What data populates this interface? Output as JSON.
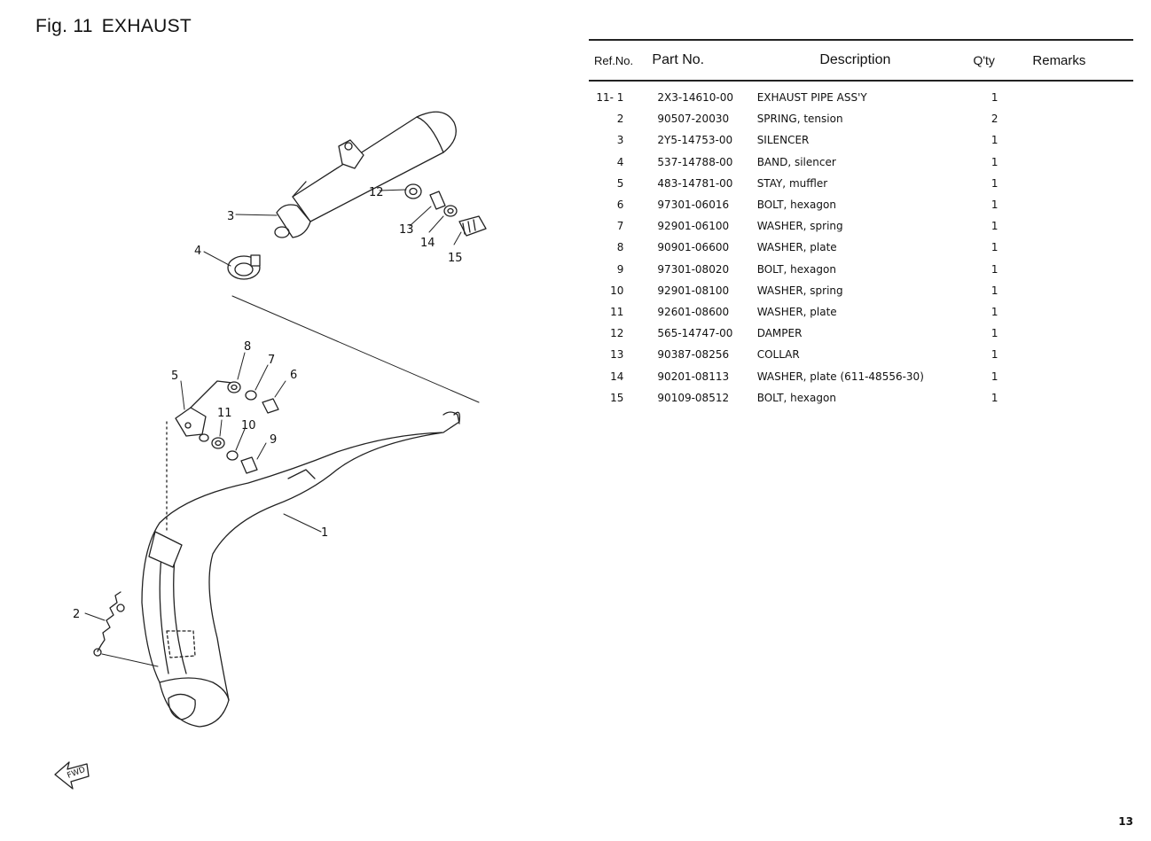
{
  "figure": {
    "number": "Fig. 11",
    "title": "EXHAUST"
  },
  "table": {
    "headers": {
      "ref": "Ref.No.",
      "part": "Part No.",
      "description": "Description",
      "qty": "Q'ty",
      "remarks": "Remarks"
    },
    "rows": [
      {
        "ref": "11- 1",
        "part": "2X3-14610-00",
        "description": "EXHAUST PIPE ASS'Y",
        "qty": "1",
        "remarks": ""
      },
      {
        "ref": "2",
        "part": "90507-20030",
        "description": "SPRING, tension",
        "qty": "2",
        "remarks": ""
      },
      {
        "ref": "3",
        "part": "2Y5-14753-00",
        "description": "SILENCER",
        "qty": "1",
        "remarks": ""
      },
      {
        "ref": "4",
        "part": "537-14788-00",
        "description": "BAND, silencer",
        "qty": "1",
        "remarks": ""
      },
      {
        "ref": "5",
        "part": "483-14781-00",
        "description": "STAY, muffler",
        "qty": "1",
        "remarks": ""
      },
      {
        "ref": "6",
        "part": "97301-06016",
        "description": "BOLT, hexagon",
        "qty": "1",
        "remarks": ""
      },
      {
        "ref": "7",
        "part": "92901-06100",
        "description": "WASHER, spring",
        "qty": "1",
        "remarks": ""
      },
      {
        "ref": "8",
        "part": "90901-06600",
        "description": "WASHER, plate",
        "qty": "1",
        "remarks": ""
      },
      {
        "ref": "9",
        "part": "97301-08020",
        "description": "BOLT, hexagon",
        "qty": "1",
        "remarks": ""
      },
      {
        "ref": "10",
        "part": "92901-08100",
        "description": "WASHER, spring",
        "qty": "1",
        "remarks": ""
      },
      {
        "ref": "11",
        "part": "92601-08600",
        "description": "WASHER, plate",
        "qty": "1",
        "remarks": ""
      },
      {
        "ref": "12",
        "part": "565-14747-00",
        "description": "DAMPER",
        "qty": "1",
        "remarks": ""
      },
      {
        "ref": "13",
        "part": "90387-08256",
        "description": "COLLAR",
        "qty": "1",
        "remarks": ""
      },
      {
        "ref": "14",
        "part": "90201-08113",
        "description": "WASHER, plate (611-48556-30)",
        "qty": "1",
        "remarks": ""
      },
      {
        "ref": "15",
        "part": "90109-08512",
        "description": "BOLT, hexagon",
        "qty": "1",
        "remarks": ""
      }
    ]
  },
  "diagram": {
    "callouts": [
      "1",
      "2",
      "3",
      "4",
      "5",
      "6",
      "7",
      "8",
      "9",
      "10",
      "11",
      "12",
      "13",
      "14",
      "15"
    ],
    "fwd_label": "FWD"
  },
  "page_number": "13"
}
